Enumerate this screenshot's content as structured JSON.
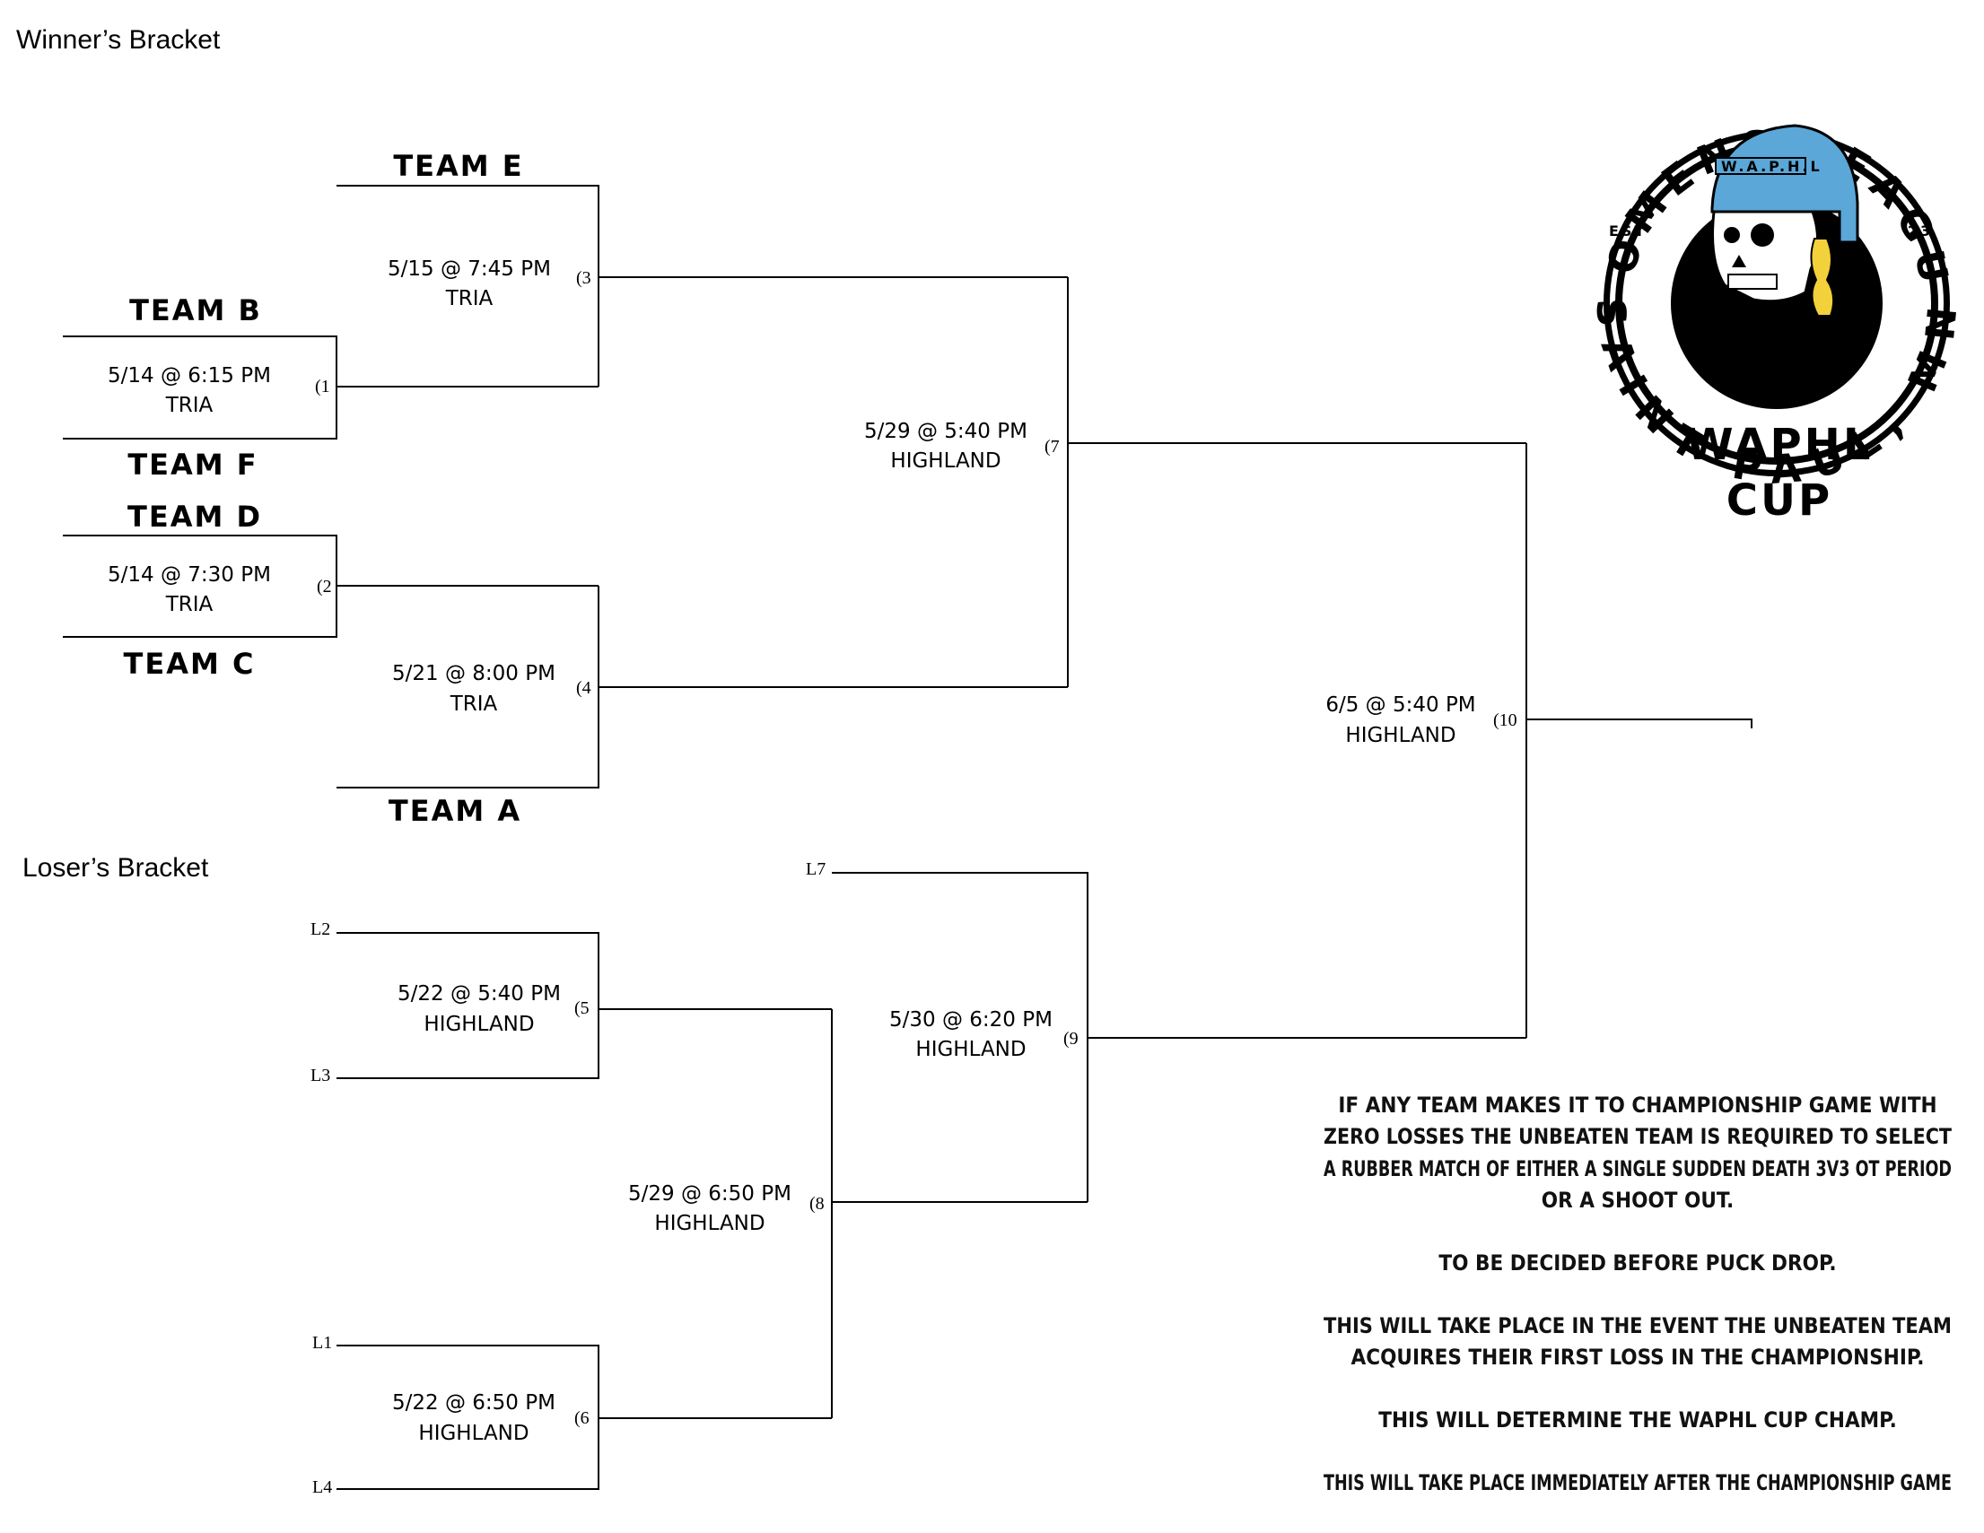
{
  "winners_bracket_title": "Winner’s Bracket",
  "losers_bracket_title": "Loser’s Bracket",
  "teams": {
    "team_e": "TEAM E",
    "team_b": "TEAM B",
    "team_f": "TEAM F",
    "team_d": "TEAM D",
    "team_c": "TEAM C",
    "team_a": "TEAM A"
  },
  "games": {
    "g1": {
      "date_time": "5/14 @ 6:15 PM",
      "venue": "TRIA",
      "number": "(1"
    },
    "g2": {
      "date_time": "5/14 @ 7:30 PM",
      "venue": "TRIA",
      "number": "(2"
    },
    "g3": {
      "date_time": "5/15 @ 7:45 PM",
      "venue": "TRIA",
      "number": "(3"
    },
    "g4": {
      "date_time": "5/21 @ 8:00 PM",
      "venue": "TRIA",
      "number": "(4"
    },
    "g5": {
      "date_time": "5/22 @ 5:40 PM",
      "venue": "HIGHLAND",
      "number": "(5"
    },
    "g6": {
      "date_time": "5/22 @ 6:50 PM",
      "venue": "HIGHLAND",
      "number": "(6"
    },
    "g7": {
      "date_time": "5/29 @ 5:40 PM",
      "venue": "HIGHLAND",
      "number": "(7"
    },
    "g8": {
      "date_time": "5/29 @ 6:50 PM",
      "venue": "HIGHLAND",
      "number": "(8"
    },
    "g9": {
      "date_time": "5/30 @ 6:20 PM",
      "venue": "HIGHLAND",
      "number": "(9"
    },
    "g10": {
      "date_time": "6/5 @ 5:40 PM",
      "venue": "HIGHLAND",
      "number": "(10"
    }
  },
  "loser_slots": {
    "l1": "L1",
    "l2": "L2",
    "l3": "L3",
    "l4": "L4",
    "l7": "L7"
  },
  "cup_title": {
    "line1": "WAPHL",
    "line2": "CUP"
  },
  "logo": {
    "ring_top": "WOMENS LEAGUE",
    "ring_bottom": "SAINT PAUL, MN",
    "est": "EST",
    "year": "'23",
    "helmet_text": "W.A.P.H.L",
    "colors": {
      "helmet": "#5aa7d8",
      "braid": "#f2d13a",
      "ink": "#000000"
    }
  },
  "notes": [
    "IF ANY TEAM MAKES IT TO CHAMPIONSHIP GAME WITH",
    "ZERO LOSSES THE UNBEATEN TEAM IS REQUIRED TO SELECT",
    "A RUBBER MATCH OF EITHER A SINGLE SUDDEN DEATH 3V3 OT PERIOD",
    "OR A SHOOT OUT.",
    "TO BE DECIDED BEFORE PUCK DROP.",
    "THIS WILL TAKE PLACE IN THE EVENT THE UNBEATEN TEAM",
    "ACQUIRES THEIR FIRST LOSS IN THE CHAMPIONSHIP.",
    "THIS WILL DETERMINE THE WAPHL CUP CHAMP.",
    "THIS WILL TAKE PLACE IMMEDIATELY AFTER THE CHAMPIONSHIP GAME"
  ]
}
